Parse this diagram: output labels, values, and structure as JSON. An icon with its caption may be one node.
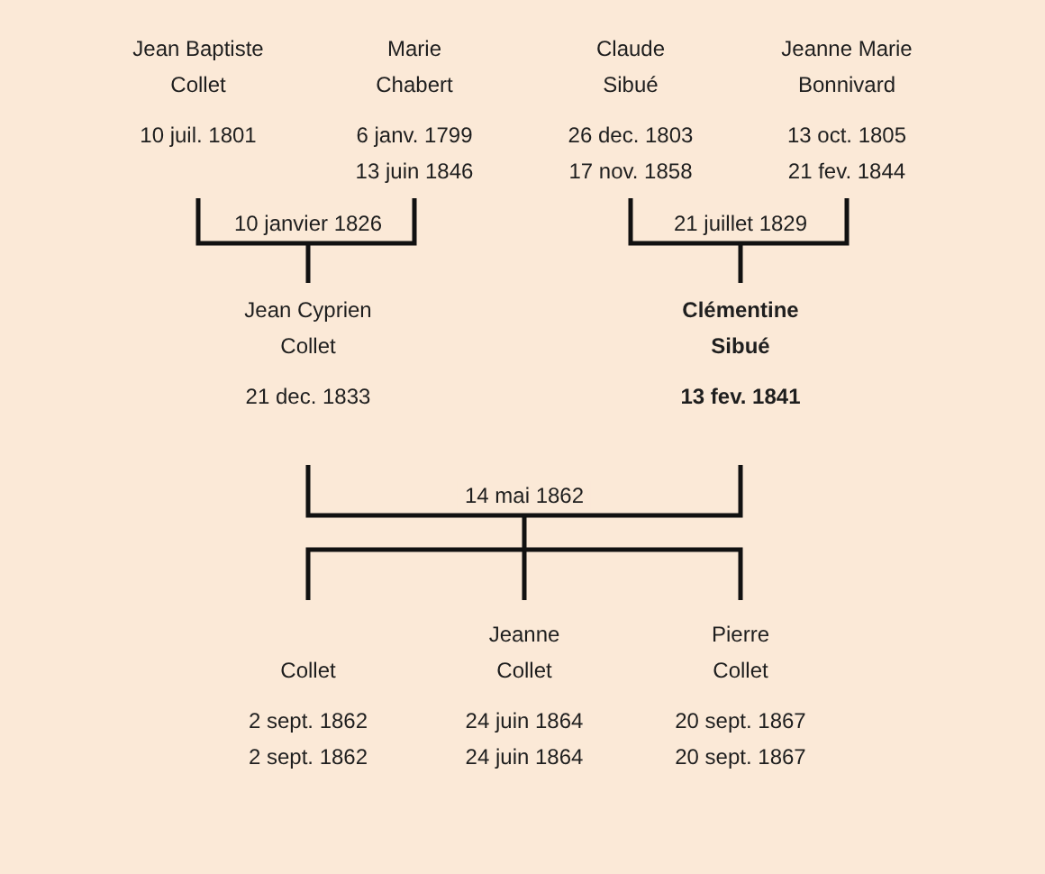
{
  "diagram": {
    "nodes": [
      {
        "text": [
          "Jean Baptiste Collet",
          "10 juil. 1801"
        ]
      },
      {
        "text": [
          "Marie Chabert",
          "6 janv. 1799",
          "13 juin 1846"
        ]
      },
      {
        "text": [
          "Claude Sibué",
          "26 dec. 1803",
          "17 nov. 1858"
        ]
      },
      {
        "text": [
          "Jeanne Marie Bonnivard",
          "13 oct. 1805",
          "21 fev. 1844"
        ]
      },
      {
        "text": [
          "Jean Cyprien Collet",
          "21 dec. 1833"
        ]
      },
      {
        "text": [
          "Clémentine Sibué",
          "13 fev. 1841"
        ]
      },
      {
        "text": [
          "Collet",
          "2 sept. 1862",
          "2 sept. 1862"
        ]
      },
      {
        "text": [
          "Jeanne Collet",
          "24 juin 1864",
          "24 juin 1864"
        ]
      },
      {
        "text": [
          "Pierre Collet",
          "20 sept. 1867",
          "20 sept. 1867"
        ]
      }
    ],
    "edges": [
      {
        "from": 0,
        "to": 4,
        "arrow": "none",
        "label": "10 janvier 1826"
      },
      {
        "from": 1,
        "to": 4,
        "arrow": "none"
      },
      {
        "from": 2,
        "to": 5,
        "arrow": "none",
        "label": "21 juillet 1829"
      },
      {
        "from": 3,
        "to": 5,
        "arrow": "none"
      },
      {
        "from": 4,
        "to": 6,
        "arrow": "none",
        "label": "14 mai 1862"
      },
      {
        "from": 4,
        "to": 7,
        "arrow": "none"
      },
      {
        "from": 4,
        "to": 8,
        "arrow": "none"
      },
      {
        "from": 5,
        "to": 6,
        "arrow": "none"
      },
      {
        "from": 5,
        "to": 7,
        "arrow": "none"
      },
      {
        "from": 5,
        "to": 8,
        "arrow": "none"
      }
    ]
  }
}
